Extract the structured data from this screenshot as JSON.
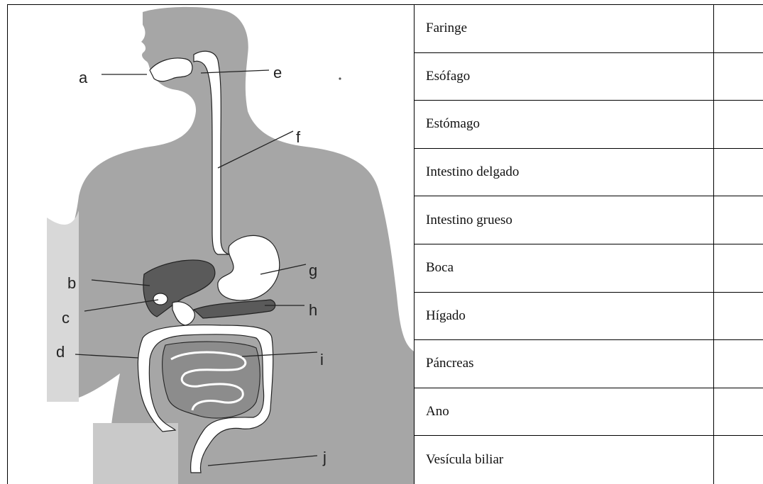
{
  "diagram": {
    "labels": [
      "a",
      "b",
      "c",
      "d",
      "e",
      "f",
      "g",
      "h",
      "i",
      "j"
    ]
  },
  "organs_table": {
    "rows": [
      {
        "name": "Faringe",
        "answer": ""
      },
      {
        "name": "Esófago",
        "answer": ""
      },
      {
        "name": "Estómago",
        "answer": ""
      },
      {
        "name": "Intestino delgado",
        "answer": ""
      },
      {
        "name": "Intestino grueso",
        "answer": ""
      },
      {
        "name": "Boca",
        "answer": ""
      },
      {
        "name": "Hígado",
        "answer": ""
      },
      {
        "name": "Páncreas",
        "answer": ""
      },
      {
        "name": "Ano",
        "answer": ""
      },
      {
        "name": "Vesícula biliar",
        "answer": ""
      }
    ]
  },
  "colors": {
    "silhouette": "#a6a6a6",
    "organ_outline": "#222222",
    "liver": "#5a5a5a",
    "intestine_fill": "#ffffff"
  }
}
